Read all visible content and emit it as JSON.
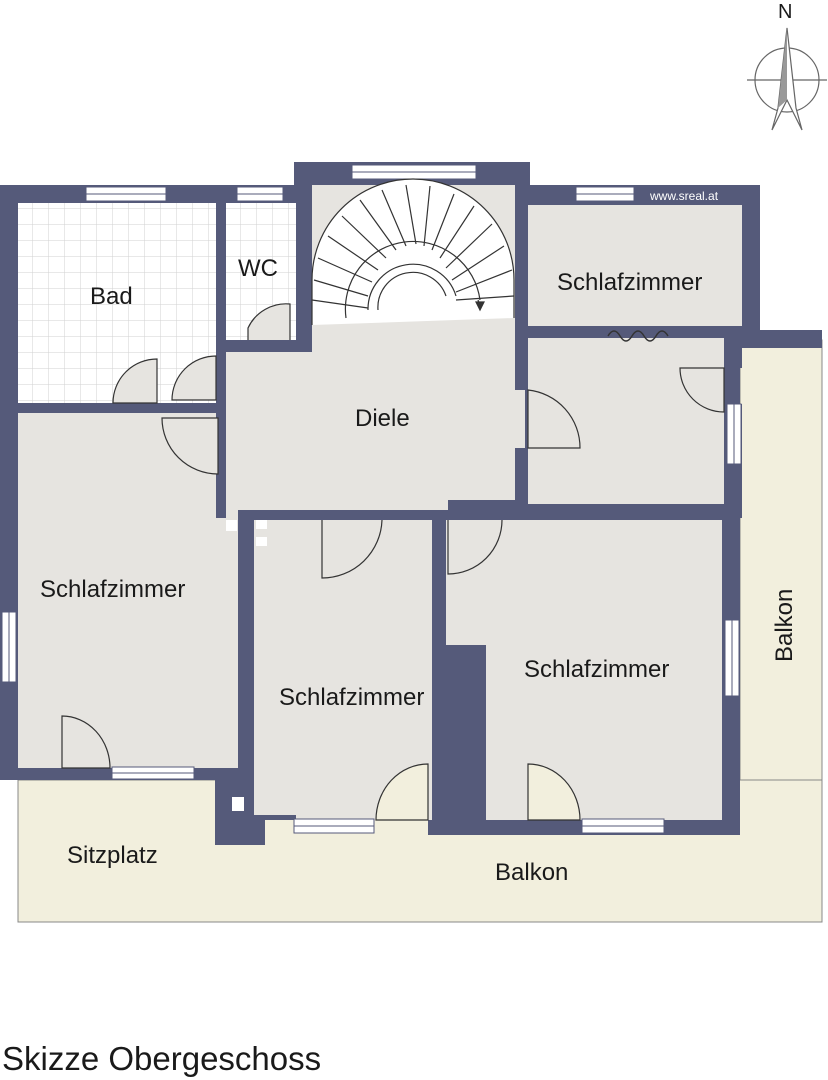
{
  "caption": "Skizze Obergeschoss",
  "watermark": "www.sreal.at",
  "compass": {
    "label": "N"
  },
  "rooms": {
    "bad": "Bad",
    "wc": "WC",
    "schlafzimmer_ne": "Schlafzimmer",
    "diele": "Diele",
    "schlafzimmer_w": "Schlafzimmer",
    "schlafzimmer_c": "Schlafzimmer",
    "schlafzimmer_e": "Schlafzimmer",
    "balkon_east": "Balkon",
    "sitzplatz": "Sitzplatz",
    "balkon_south": "Balkon"
  },
  "colors": {
    "wall": "#555a7a",
    "room_floor": "#e6e4e0",
    "outdoor": "#f2efdd",
    "tile_line": "#cfcfcf",
    "window": "#ffffff"
  }
}
